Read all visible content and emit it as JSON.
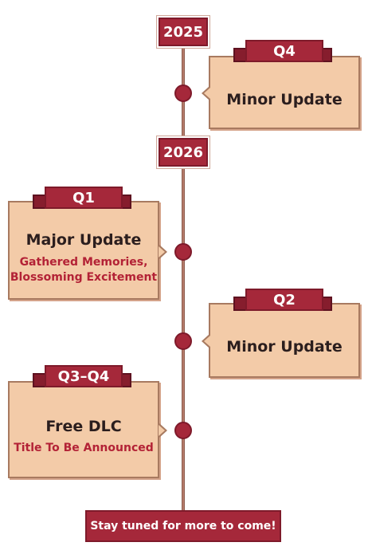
{
  "timeline": {
    "years": [
      "2025",
      "2026"
    ],
    "entries": [
      {
        "quarter": "Q4",
        "title": "Minor Update",
        "subtitle": ""
      },
      {
        "quarter": "Q1",
        "title": "Major Update",
        "subtitle_line1": "Gathered Memories,",
        "subtitle_line2": "Blossoming Excitement"
      },
      {
        "quarter": "Q2",
        "title": "Minor Update",
        "subtitle": ""
      },
      {
        "quarter": "Q3–Q4",
        "title": "Free DLC",
        "subtitle": "Title To Be Announced"
      }
    ],
    "footer": "Stay tuned for more to come!"
  },
  "colors": {
    "accent": "#a5283a",
    "card": "#f3cba8",
    "line": "#8e5e50"
  }
}
